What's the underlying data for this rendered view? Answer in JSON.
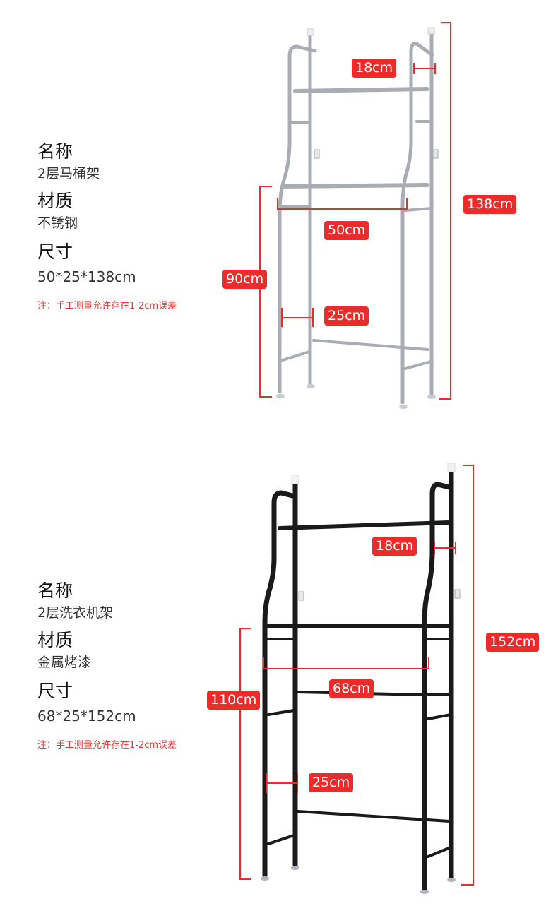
{
  "products": [
    {
      "name_label": "名称",
      "name_value": "2层马桶架",
      "material_label": "材质",
      "material_value": "不锈钢",
      "size_label": "尺寸",
      "size_value": "50*25*138cm",
      "note": "注：手工测量允许存在1-2cm误差",
      "frame_color": "#b9bcc2",
      "dimensions": {
        "depth_top": "18cm",
        "total_height": "138cm",
        "width": "50cm",
        "lower_height": "90cm",
        "depth": "25cm"
      }
    },
    {
      "name_label": "名称",
      "name_value": "2层洗衣机架",
      "material_label": "材质",
      "material_value": "金属烤漆",
      "size_label": "尺寸",
      "size_value": "68*25*152cm",
      "note": "注：手工测量允许存在1-2cm误差",
      "frame_color": "#1a1a1a",
      "dimensions": {
        "depth_top": "18cm",
        "total_height": "152cm",
        "width": "68cm",
        "lower_height": "110cm",
        "depth": "25cm"
      }
    }
  ],
  "colors": {
    "accent": "#ee2b2b",
    "text": "#111111",
    "note": "#e53935"
  }
}
